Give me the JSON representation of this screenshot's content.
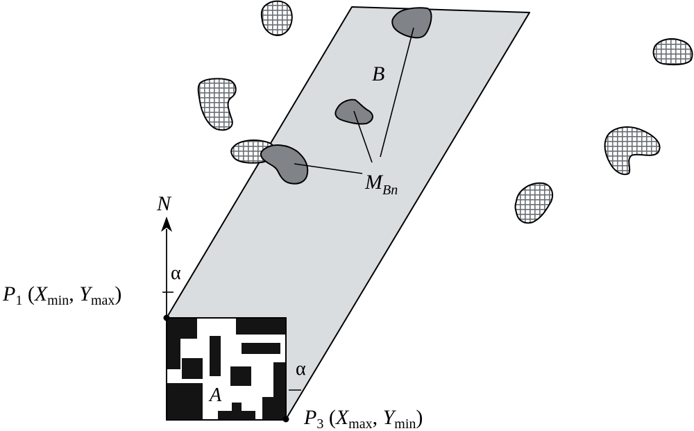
{
  "labels": {
    "north": "N",
    "alpha_top": "α",
    "alpha_bottom": "α",
    "region_a": "A",
    "region_b": "B",
    "mbn": {
      "main": "M",
      "sub": "Bn"
    },
    "p1": {
      "letter": "P",
      "index": "1",
      "open": " (",
      "x": "X",
      "x_sub": "min",
      "comma": ", ",
      "y": "Y",
      "y_sub": "max",
      "close": ")"
    },
    "p3": {
      "letter": "P",
      "index": "3",
      "open": " (",
      "x": "X",
      "x_sub": "max",
      "comma": ", ",
      "y": "Y",
      "y_sub": "min",
      "close": ")"
    }
  },
  "colors": {
    "band": "#d9dddf",
    "object_in_band": "#808488",
    "stroke": "#000000",
    "hatch_line": "#6b6f73",
    "block": "#141414"
  }
}
